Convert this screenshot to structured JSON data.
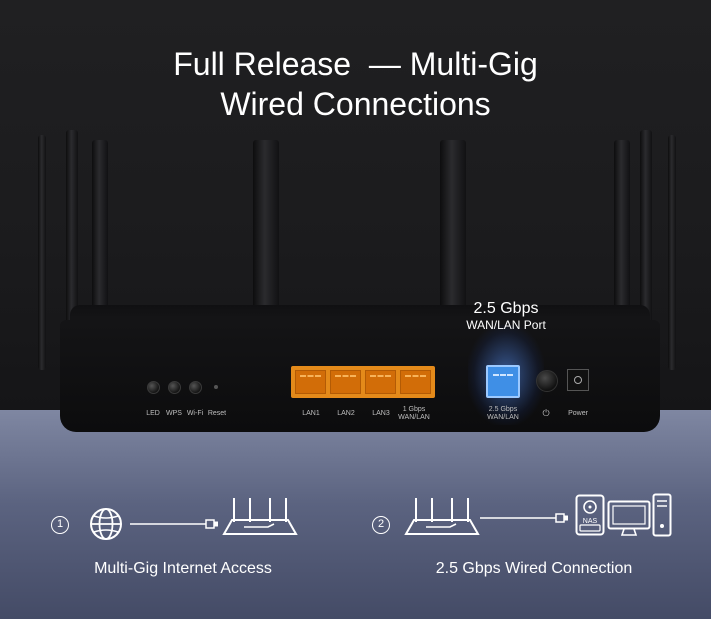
{
  "headline": {
    "line1": "Full Release  — Multi-Gig",
    "line2": "Wired Connections"
  },
  "router": {
    "button_labels": [
      "LED",
      "WPS",
      "Wi-Fi",
      "Reset"
    ],
    "lan_ports": [
      "LAN1",
      "LAN2",
      "LAN3"
    ],
    "wan_lan_1g": {
      "line1": "1 Gbps",
      "line2": "WAN/LAN"
    },
    "wan_lan_25g": {
      "line1": "2.5 Gbps",
      "line2": "WAN/LAN"
    },
    "power_icon_label": "⏻",
    "power_label": "Power",
    "highlight_color": "#3f8fe6",
    "port_color": "#e48a1a"
  },
  "callout": {
    "speed": "2.5 Gbps",
    "port": "WAN/LAN Port"
  },
  "features": [
    {
      "number": "1",
      "caption": "Multi-Gig Internet Access",
      "icons": [
        "globe-icon",
        "cable-icon",
        "router-icon"
      ]
    },
    {
      "number": "2",
      "caption": "2.5 Gbps Wired Connection",
      "icons": [
        "router-icon",
        "cable-icon",
        "nas-icon",
        "monitor-icon",
        "desktop-tower-icon"
      ]
    }
  ],
  "nas_label": "NAS"
}
